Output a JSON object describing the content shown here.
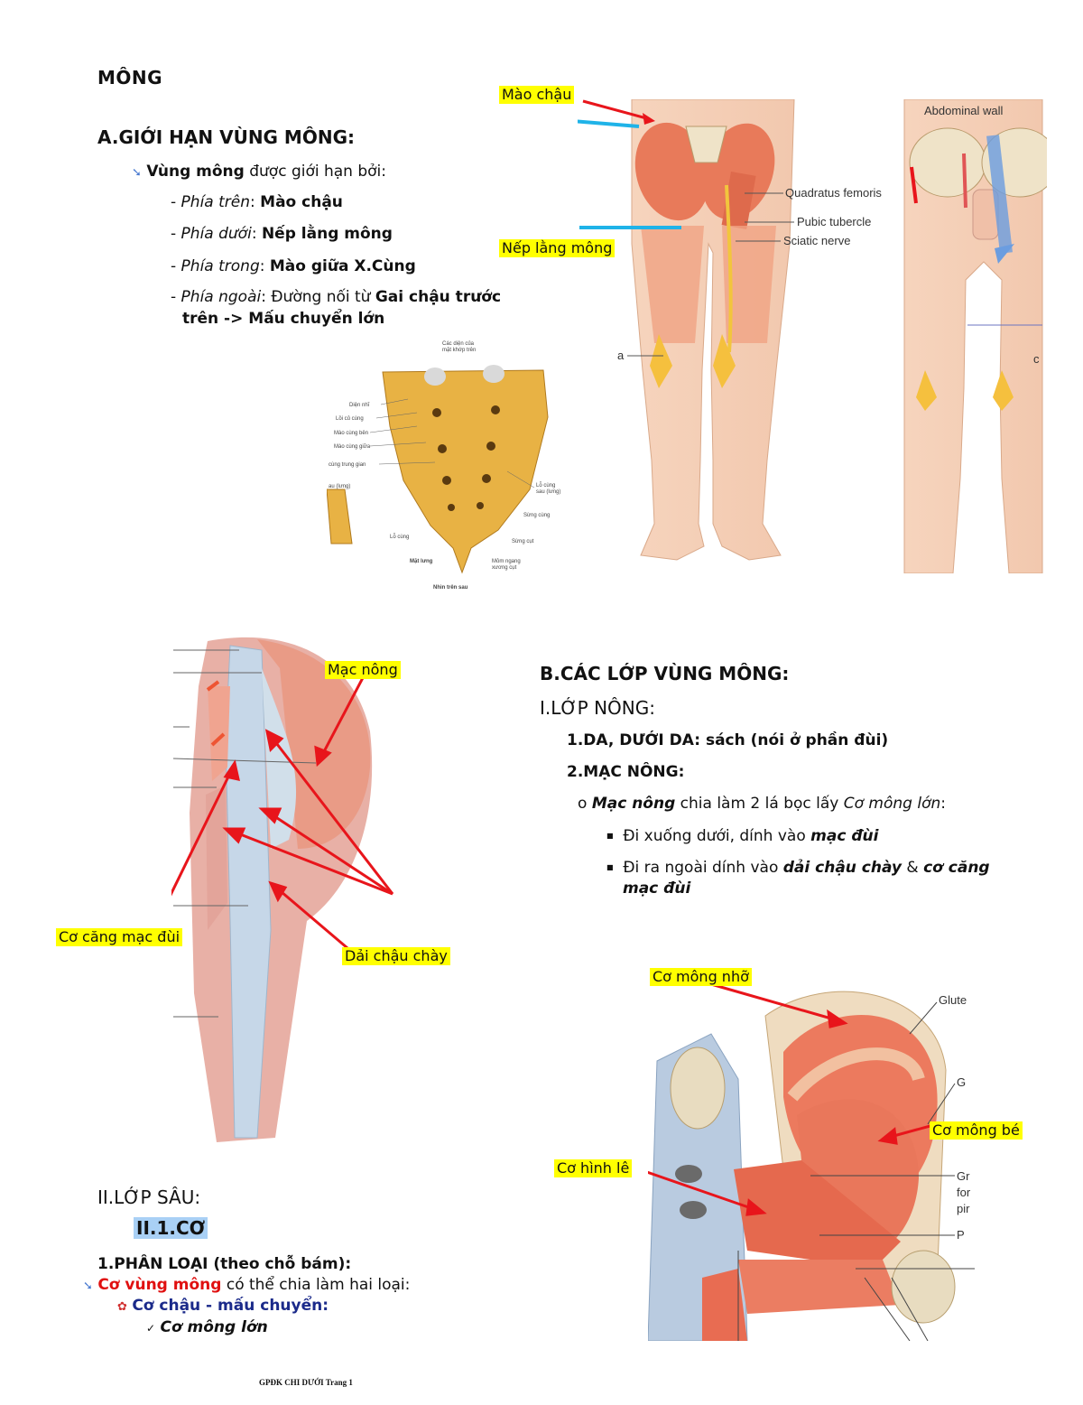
{
  "title": "MÔNG",
  "sectionA": {
    "heading": "A.GIỚI HẠN VÙNG MÔNG:",
    "intro_bold": "Vùng mông",
    "intro_rest": " được giới hạn bởi:",
    "items": [
      {
        "label": "Phía trên",
        "value": "Mào chậu"
      },
      {
        "label": "Phía dưới",
        "value": "Nếp lằng mông"
      },
      {
        "label": "Phía trong",
        "value": "Mào giữa X.Cùng"
      },
      {
        "label": "Phía ngoài",
        "value_plain": "Đường nối từ ",
        "value": "Gai chậu trước",
        "value2": "trên -> Mấu chuyển lớn"
      }
    ]
  },
  "fig1": {
    "label_mao_chau": "Mào chậu",
    "label_nep_lang": "Nếp lằng mông",
    "quadratus": "Quadratus femoris",
    "pubic": "Pubic tubercle",
    "sciatic": "Sciatic nerve",
    "abdominal": "Abdominal wall",
    "a": "a",
    "c": "c"
  },
  "fig2": {
    "l1": "Các diện của",
    "l1b": "mặt khớp trên",
    "l2": "Diện nhĩ",
    "l3": "Lồi củ cùng",
    "l4": "Mào cùng bên",
    "l5": "Mào cùng giữa",
    "l6": "cùng trung gian",
    "l7": "au (lưng)",
    "l8": "Lỗ cùng",
    "l8b": "sau (lưng)",
    "l9": "Sừng cùng",
    "l10": "Sừng cụt",
    "l11": "Lỗ cùng",
    "l12": "Mặt lưng",
    "l13": "Mỏm ngang",
    "l13b": "xương cụt",
    "l14": "Nhìn trên sau"
  },
  "fig3": {
    "mac_nong": "Mạc nông",
    "co_cang": "Cơ căng mạc đùi",
    "dai_chau": "Dải chậu chày"
  },
  "sectionB": {
    "heading": "B.CÁC LỚP VÙNG MÔNG:",
    "sub1": "I.LỚP NÔNG:",
    "item1": "1.DA, DƯỚI DA: sách (nói ở phần đùi)",
    "item2": "2.MẠC NÔNG:",
    "bullet_o": "o",
    "mac_nong_bold": "Mạc nông",
    "mac_nong_rest": " chia làm 2 lá bọc lấy ",
    "co_mong_lon": "Cơ mông lớn",
    "colon": ":",
    "sq1_plain": "Đi xuống dưới, dính vào ",
    "sq1_bold": "mạc đùi",
    "sq2_plain": "Đi ra ngoài dính vào ",
    "sq2_bold": "dải chậu chày",
    "amp": " & ",
    "sq2_bold2": "cơ căng",
    "sq2_line2": "mạc đùi"
  },
  "fig4": {
    "co_mong_nho": "Cơ mông nhỡ",
    "co_mong_be": "Cơ mông bé",
    "co_hinh_le": "Cơ hình lê",
    "glute": "Glute",
    "g": "G",
    "gr": "Gr",
    "for": "for",
    "pir": "pir",
    "p": "P"
  },
  "sectionII": {
    "heading": "II.LỚP SÂU:",
    "sub": "II.1.CƠ",
    "p1": "1.PHÂN LOẠI (theo chỗ bám):",
    "p2_red": "Cơ vùng mông",
    "p2_rest": " có thể chia làm hai loại:",
    "p3": "Cơ chậu - mấu chuyển:",
    "p4": "Cơ mông lớn"
  },
  "footer": "GPĐK CHI DƯỚI Trang 1",
  "colors": {
    "highlight": "#ffff00",
    "arrow": "#e8151b",
    "navy": "#1b2a8a",
    "red": "#e01010",
    "subhl": "#a9d0f5"
  }
}
